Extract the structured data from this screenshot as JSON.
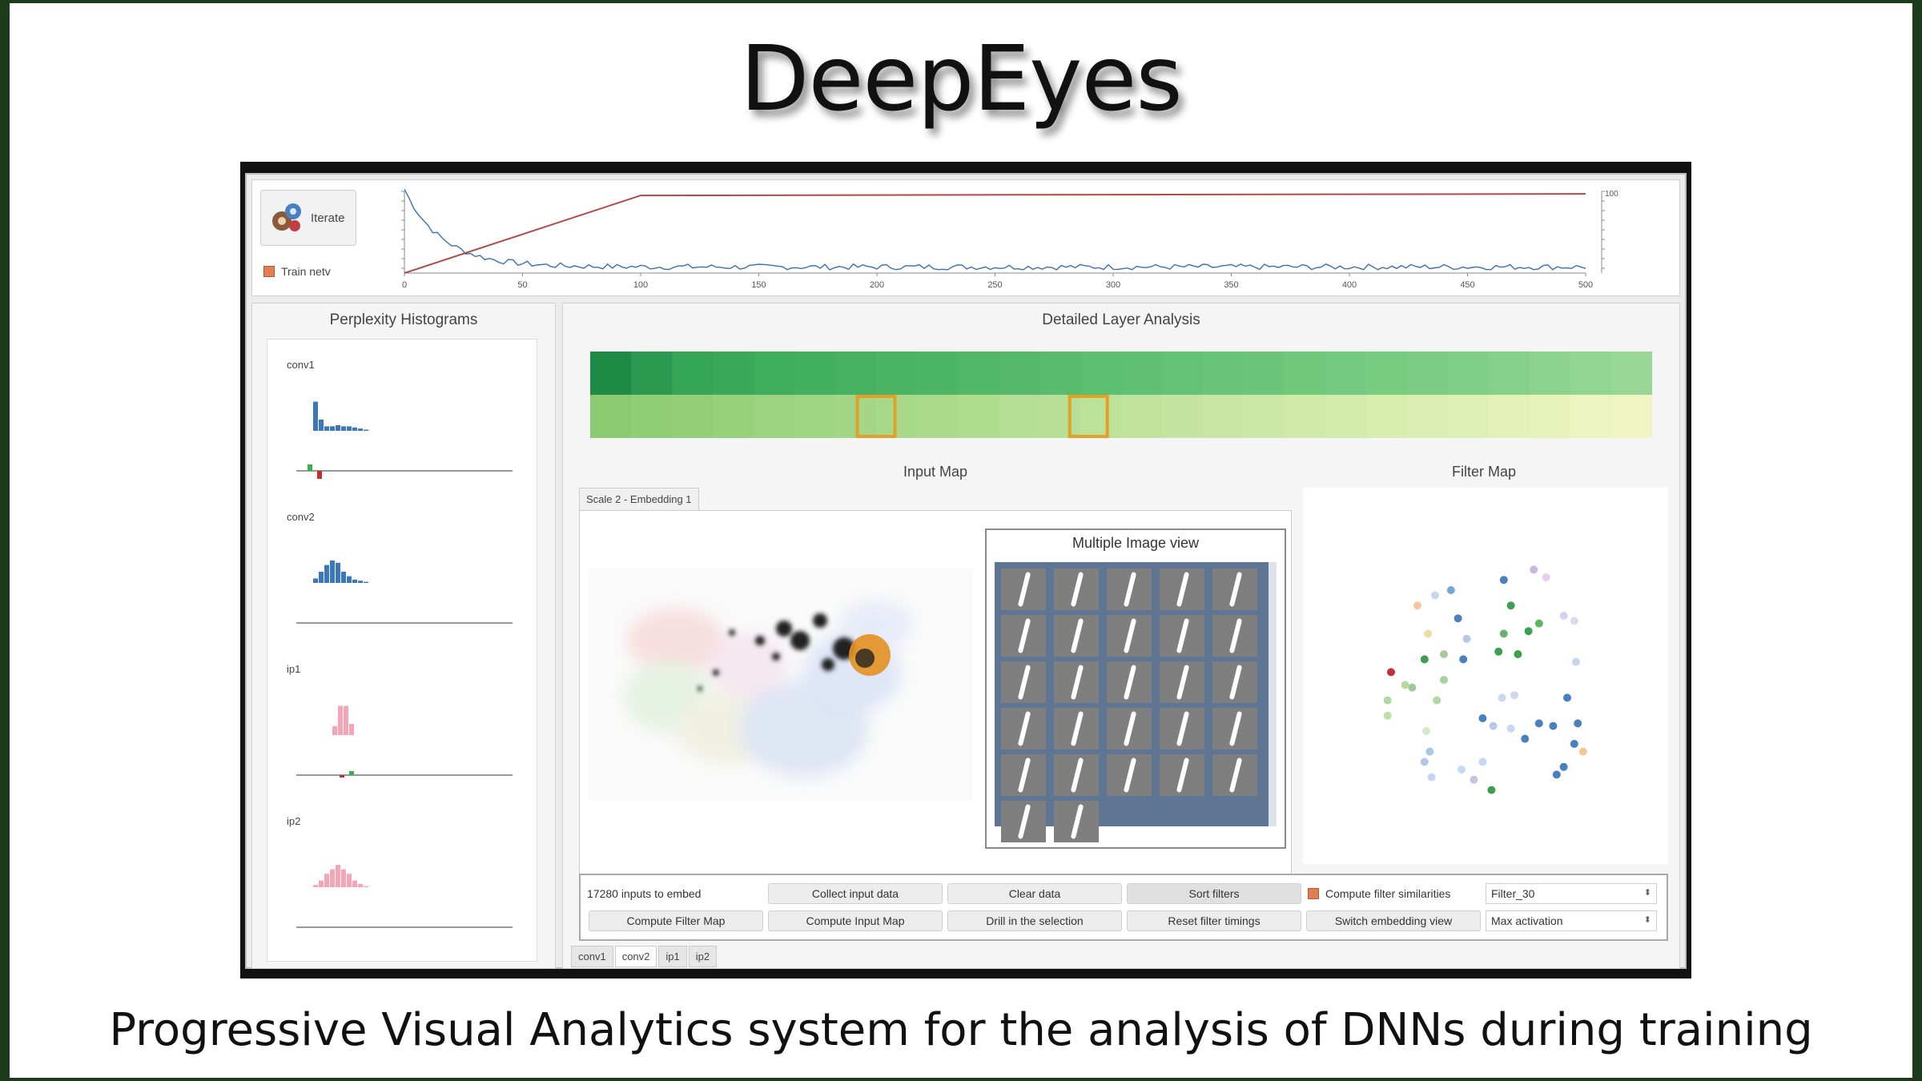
{
  "title": "DeepEyes",
  "subtitle": "Progressive Visual Analytics system for the analysis of DNNs during training",
  "top": {
    "iterate_label": "Iterate",
    "train_label": "Train netv",
    "x_ticks": [
      "0",
      "50",
      "100",
      "150",
      "200",
      "250",
      "300",
      "350",
      "400",
      "450",
      "500"
    ],
    "y_right_ticks": [
      "100"
    ]
  },
  "left_panel": {
    "title": "Perplexity Histograms",
    "layers": [
      {
        "name": "conv1",
        "color": "#3a78b8"
      },
      {
        "name": "conv2",
        "color": "#3a78b8"
      },
      {
        "name": "ip1",
        "color": "#f4a6b8"
      },
      {
        "name": "ip2",
        "color": "#f4a6b8"
      }
    ]
  },
  "right_panel": {
    "title": "Detailed Layer Analysis",
    "input_map_title": "Input Map",
    "filter_map_title": "Filter Map",
    "embedding_tab": "Scale 2 - Embedding 1",
    "miv_title": "Multiple Image view"
  },
  "controls": {
    "inputs_to_embed": "17280 inputs to embed",
    "collect_input_data": "Collect input data",
    "clear_data": "Clear data",
    "sort_filters": "Sort filters",
    "compute_filter_similarities": "Compute filter similarities",
    "filter_select": "Filter_30",
    "compute_filter_map": "Compute Filter Map",
    "compute_input_map": "Compute Input Map",
    "drill_selection": "Drill in the selection",
    "reset_filter_timings": "Reset filter timings",
    "switch_embedding_view": "Switch embedding view",
    "activation_select": "Max activation"
  },
  "layer_tabs": [
    "conv1",
    "conv2",
    "ip1",
    "ip2"
  ],
  "colors": {
    "loss_line": "#3a6fb0",
    "accuracy_line": "#b24a4a",
    "selection": "#e3a028"
  },
  "chart_data": {
    "type": "line",
    "x_range": [
      0,
      500
    ],
    "y_right_range": [
      0,
      100
    ],
    "series": [
      {
        "values_x": [
          0,
          100,
          500
        ],
        "values_y": [
          0,
          95,
          97
        ]
      }
    ]
  }
}
